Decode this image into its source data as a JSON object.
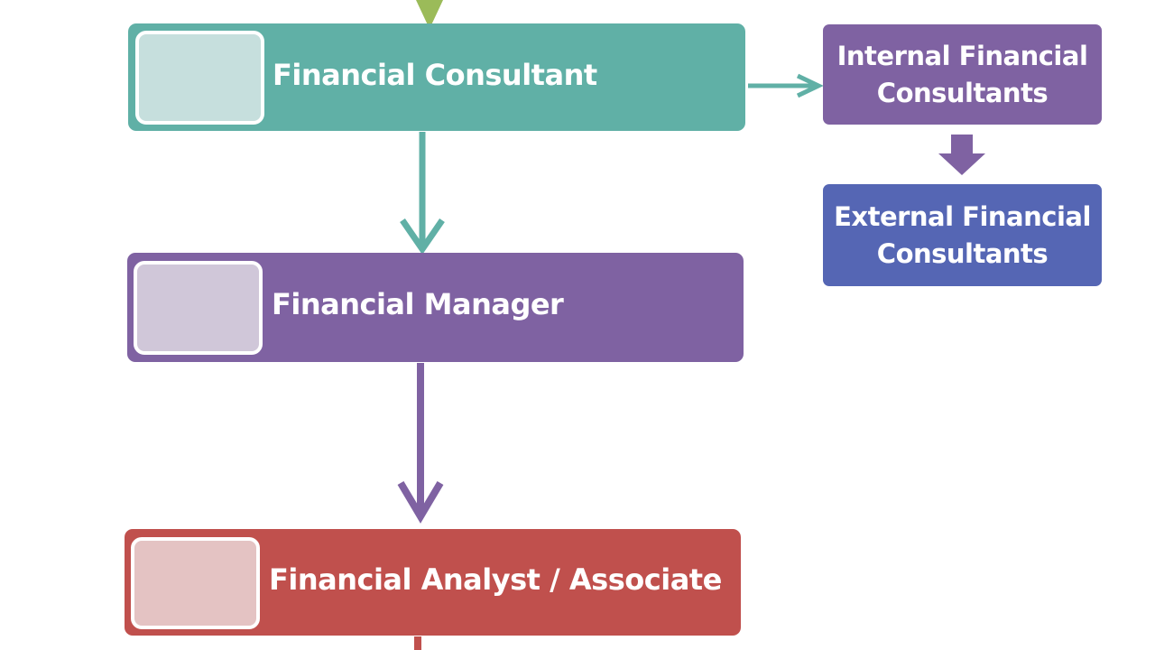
{
  "colors": {
    "teal": "#60b0a6",
    "teal_thumb": "#c6dfdd",
    "purple": "#7f62a2",
    "purple_thumb": "#d0c7d9",
    "red": "#c0504d",
    "red_thumb": "#e4c3c3",
    "blue": "#5566b4",
    "green_arrow": "#9bbb59"
  },
  "nodes": {
    "consultant": {
      "label": "Financial Consultant"
    },
    "manager": {
      "label": "Financial Manager"
    },
    "analyst": {
      "label": "Financial Analyst / Associate"
    }
  },
  "side_boxes": {
    "internal": {
      "line1": "Internal Financial",
      "line2": "Consultants"
    },
    "external": {
      "line1": "External Financial",
      "line2": "Consultants"
    }
  }
}
